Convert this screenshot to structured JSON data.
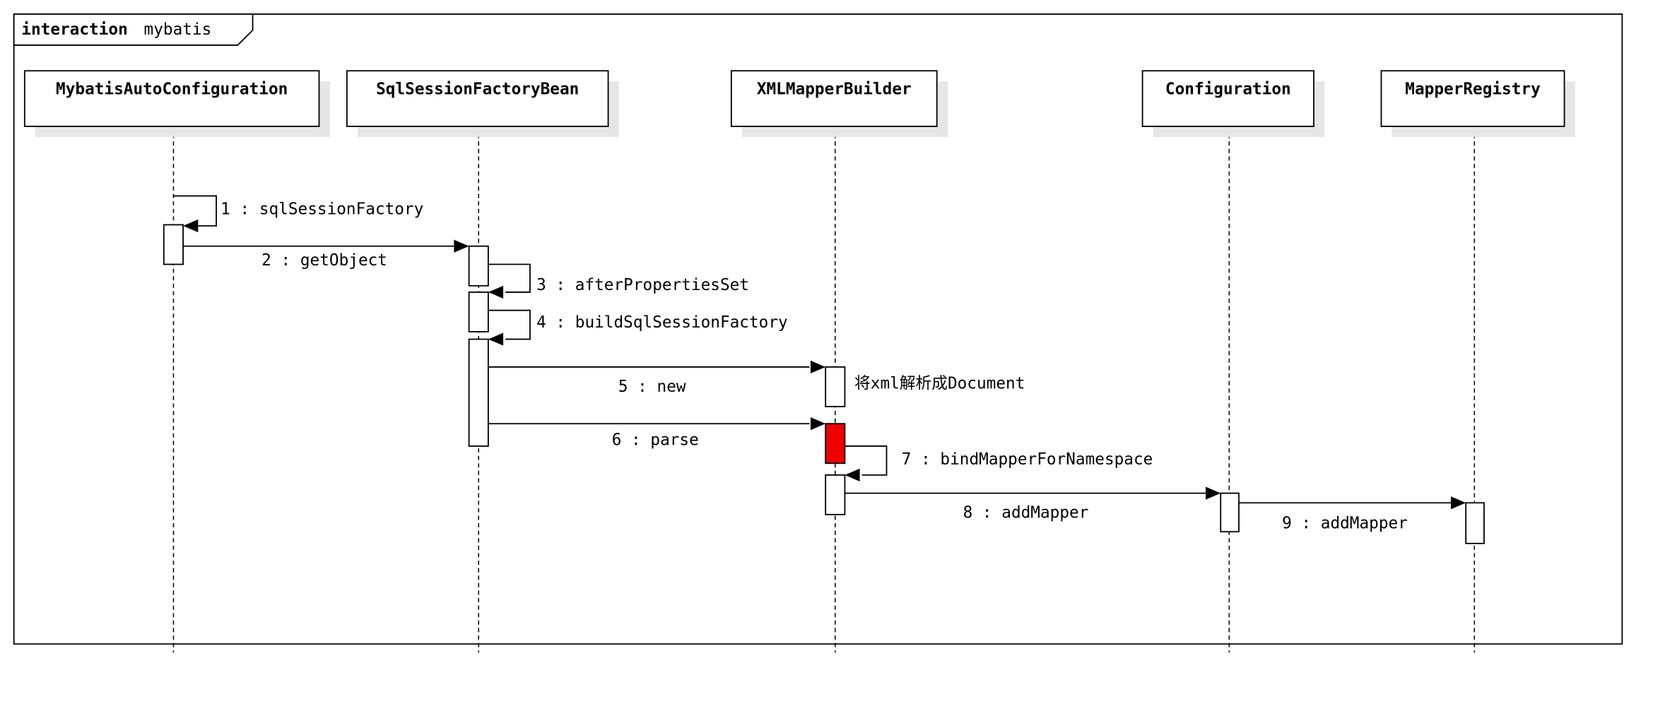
{
  "frame": {
    "keyword": "interaction",
    "name": "mybatis"
  },
  "lifelines": [
    {
      "id": "autoconfig",
      "name": "MybatisAutoConfiguration"
    },
    {
      "id": "factorybean",
      "name": "SqlSessionFactoryBean"
    },
    {
      "id": "xmlbuilder",
      "name": "XMLMapperBuilder"
    },
    {
      "id": "configuration",
      "name": "Configuration"
    },
    {
      "id": "registry",
      "name": "MapperRegistry"
    }
  ],
  "messages": [
    {
      "label": "1 : sqlSessionFactory",
      "from": "autoconfig",
      "to": "autoconfig",
      "kind": "self"
    },
    {
      "label": "2 : getObject",
      "from": "autoconfig",
      "to": "factorybean",
      "kind": "call"
    },
    {
      "label": "3 : afterPropertiesSet",
      "from": "factorybean",
      "to": "factorybean",
      "kind": "self"
    },
    {
      "label": "4 : buildSqlSessionFactory",
      "from": "factorybean",
      "to": "factorybean",
      "kind": "self"
    },
    {
      "label": "5 : new",
      "from": "factorybean",
      "to": "xmlbuilder",
      "kind": "call"
    },
    {
      "label": "6 : parse",
      "from": "factorybean",
      "to": "xmlbuilder",
      "kind": "call"
    },
    {
      "label": "7 : bindMapperForNamespace",
      "from": "xmlbuilder",
      "to": "xmlbuilder",
      "kind": "self"
    },
    {
      "label": "8 : addMapper",
      "from": "xmlbuilder",
      "to": "configuration",
      "kind": "call"
    },
    {
      "label": "9 : addMapper",
      "from": "configuration",
      "to": "registry",
      "kind": "call"
    }
  ],
  "notes": {
    "new_note": "将xml解析成Document"
  },
  "colors": {
    "line": "#000000",
    "shadow": "#e6e6e6",
    "highlight_activation": "#ee0000",
    "background": "#ffffff"
  }
}
